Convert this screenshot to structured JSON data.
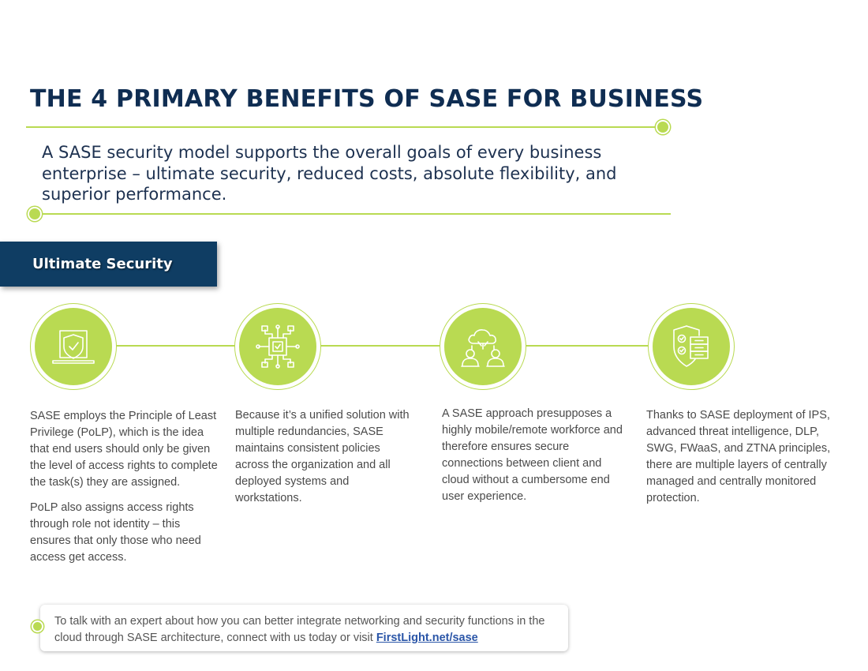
{
  "title": "THE 4 PRIMARY BENEFITS OF SASE FOR BUSINESS",
  "intro": "A SASE security model supports the overall goals of every business enterprise – ultimate security, reduced costs, absolute flexibility, and superior performance.",
  "section_label": "Ultimate Security",
  "accent_color": "#b9da52",
  "navy_color": "#0f3d63",
  "benefits": [
    {
      "icon": "shield-laptop-icon",
      "paragraphs": [
        "SASE employs the Principle of Least Privilege (PoLP), which is the idea that end users should only be given the level of access rights to complete the task(s) they are assigned.",
        "PoLP also assigns access rights through role not identity – this ensures that only those who need access get access."
      ]
    },
    {
      "icon": "network-chip-icon",
      "paragraphs": [
        "Because it’s a unified solution with multiple redundancies, SASE maintains consistent policies across the organization and all deployed systems and workstations."
      ]
    },
    {
      "icon": "cloud-users-icon",
      "paragraphs": [
        "A SASE approach presupposes a highly mobile/remote workforce and therefore ensures secure connections between client and cloud without a cumbersome end user experience."
      ]
    },
    {
      "icon": "shield-server-icon",
      "paragraphs": [
        "Thanks to SASE deployment of IPS, advanced threat intelligence, DLP, SWG, FWaaS, and ZTNA principles, there are multiple layers of centrally managed and centrally monitored protection."
      ]
    }
  ],
  "cta": {
    "text": "To talk with an expert about how you can better integrate networking and security functions in the cloud through SASE architecture, connect with us today or visit ",
    "link_text": "FirstLight.net/sase"
  }
}
